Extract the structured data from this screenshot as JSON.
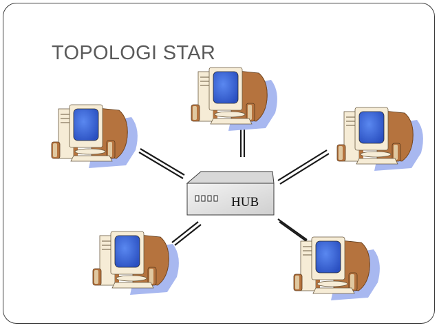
{
  "slide": {
    "title": "TOPOLOGI STAR"
  },
  "hub": {
    "label": "HUB"
  },
  "colors": {
    "beige": "#f6ecd6",
    "brown": "#b5733e",
    "screen": "#3d6ce0",
    "shadow": "#a8b8f0",
    "cable": "#1a1a1a",
    "hub_face": "#e8e8e8"
  },
  "nodes": [
    {
      "id": "pc-top"
    },
    {
      "id": "pc-upper-left"
    },
    {
      "id": "pc-upper-right"
    },
    {
      "id": "pc-lower-left"
    },
    {
      "id": "pc-lower-right"
    }
  ]
}
